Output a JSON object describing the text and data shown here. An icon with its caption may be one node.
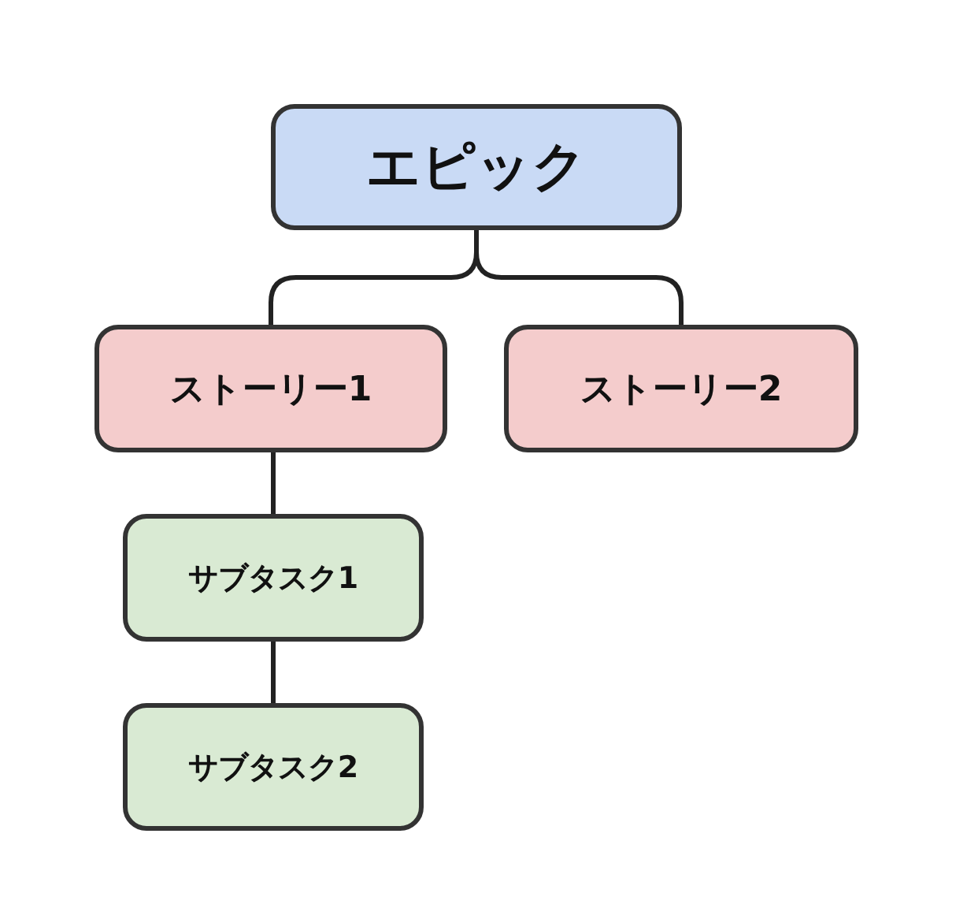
{
  "diagram": {
    "nodes": [
      {
        "text": [
          "エピック"
        ]
      },
      {
        "text": [
          "ストーリー1"
        ]
      },
      {
        "text": [
          "ストーリー2"
        ]
      },
      {
        "text": [
          "サブタスク1"
        ]
      },
      {
        "text": [
          "サブタスク2"
        ]
      }
    ],
    "edges": [
      {
        "from": 0,
        "to": 1,
        "arrow": "none"
      },
      {
        "from": 0,
        "to": 2,
        "arrow": "none"
      },
      {
        "from": 1,
        "to": 3,
        "arrow": "none"
      },
      {
        "from": 3,
        "to": 4,
        "arrow": "none"
      }
    ]
  }
}
